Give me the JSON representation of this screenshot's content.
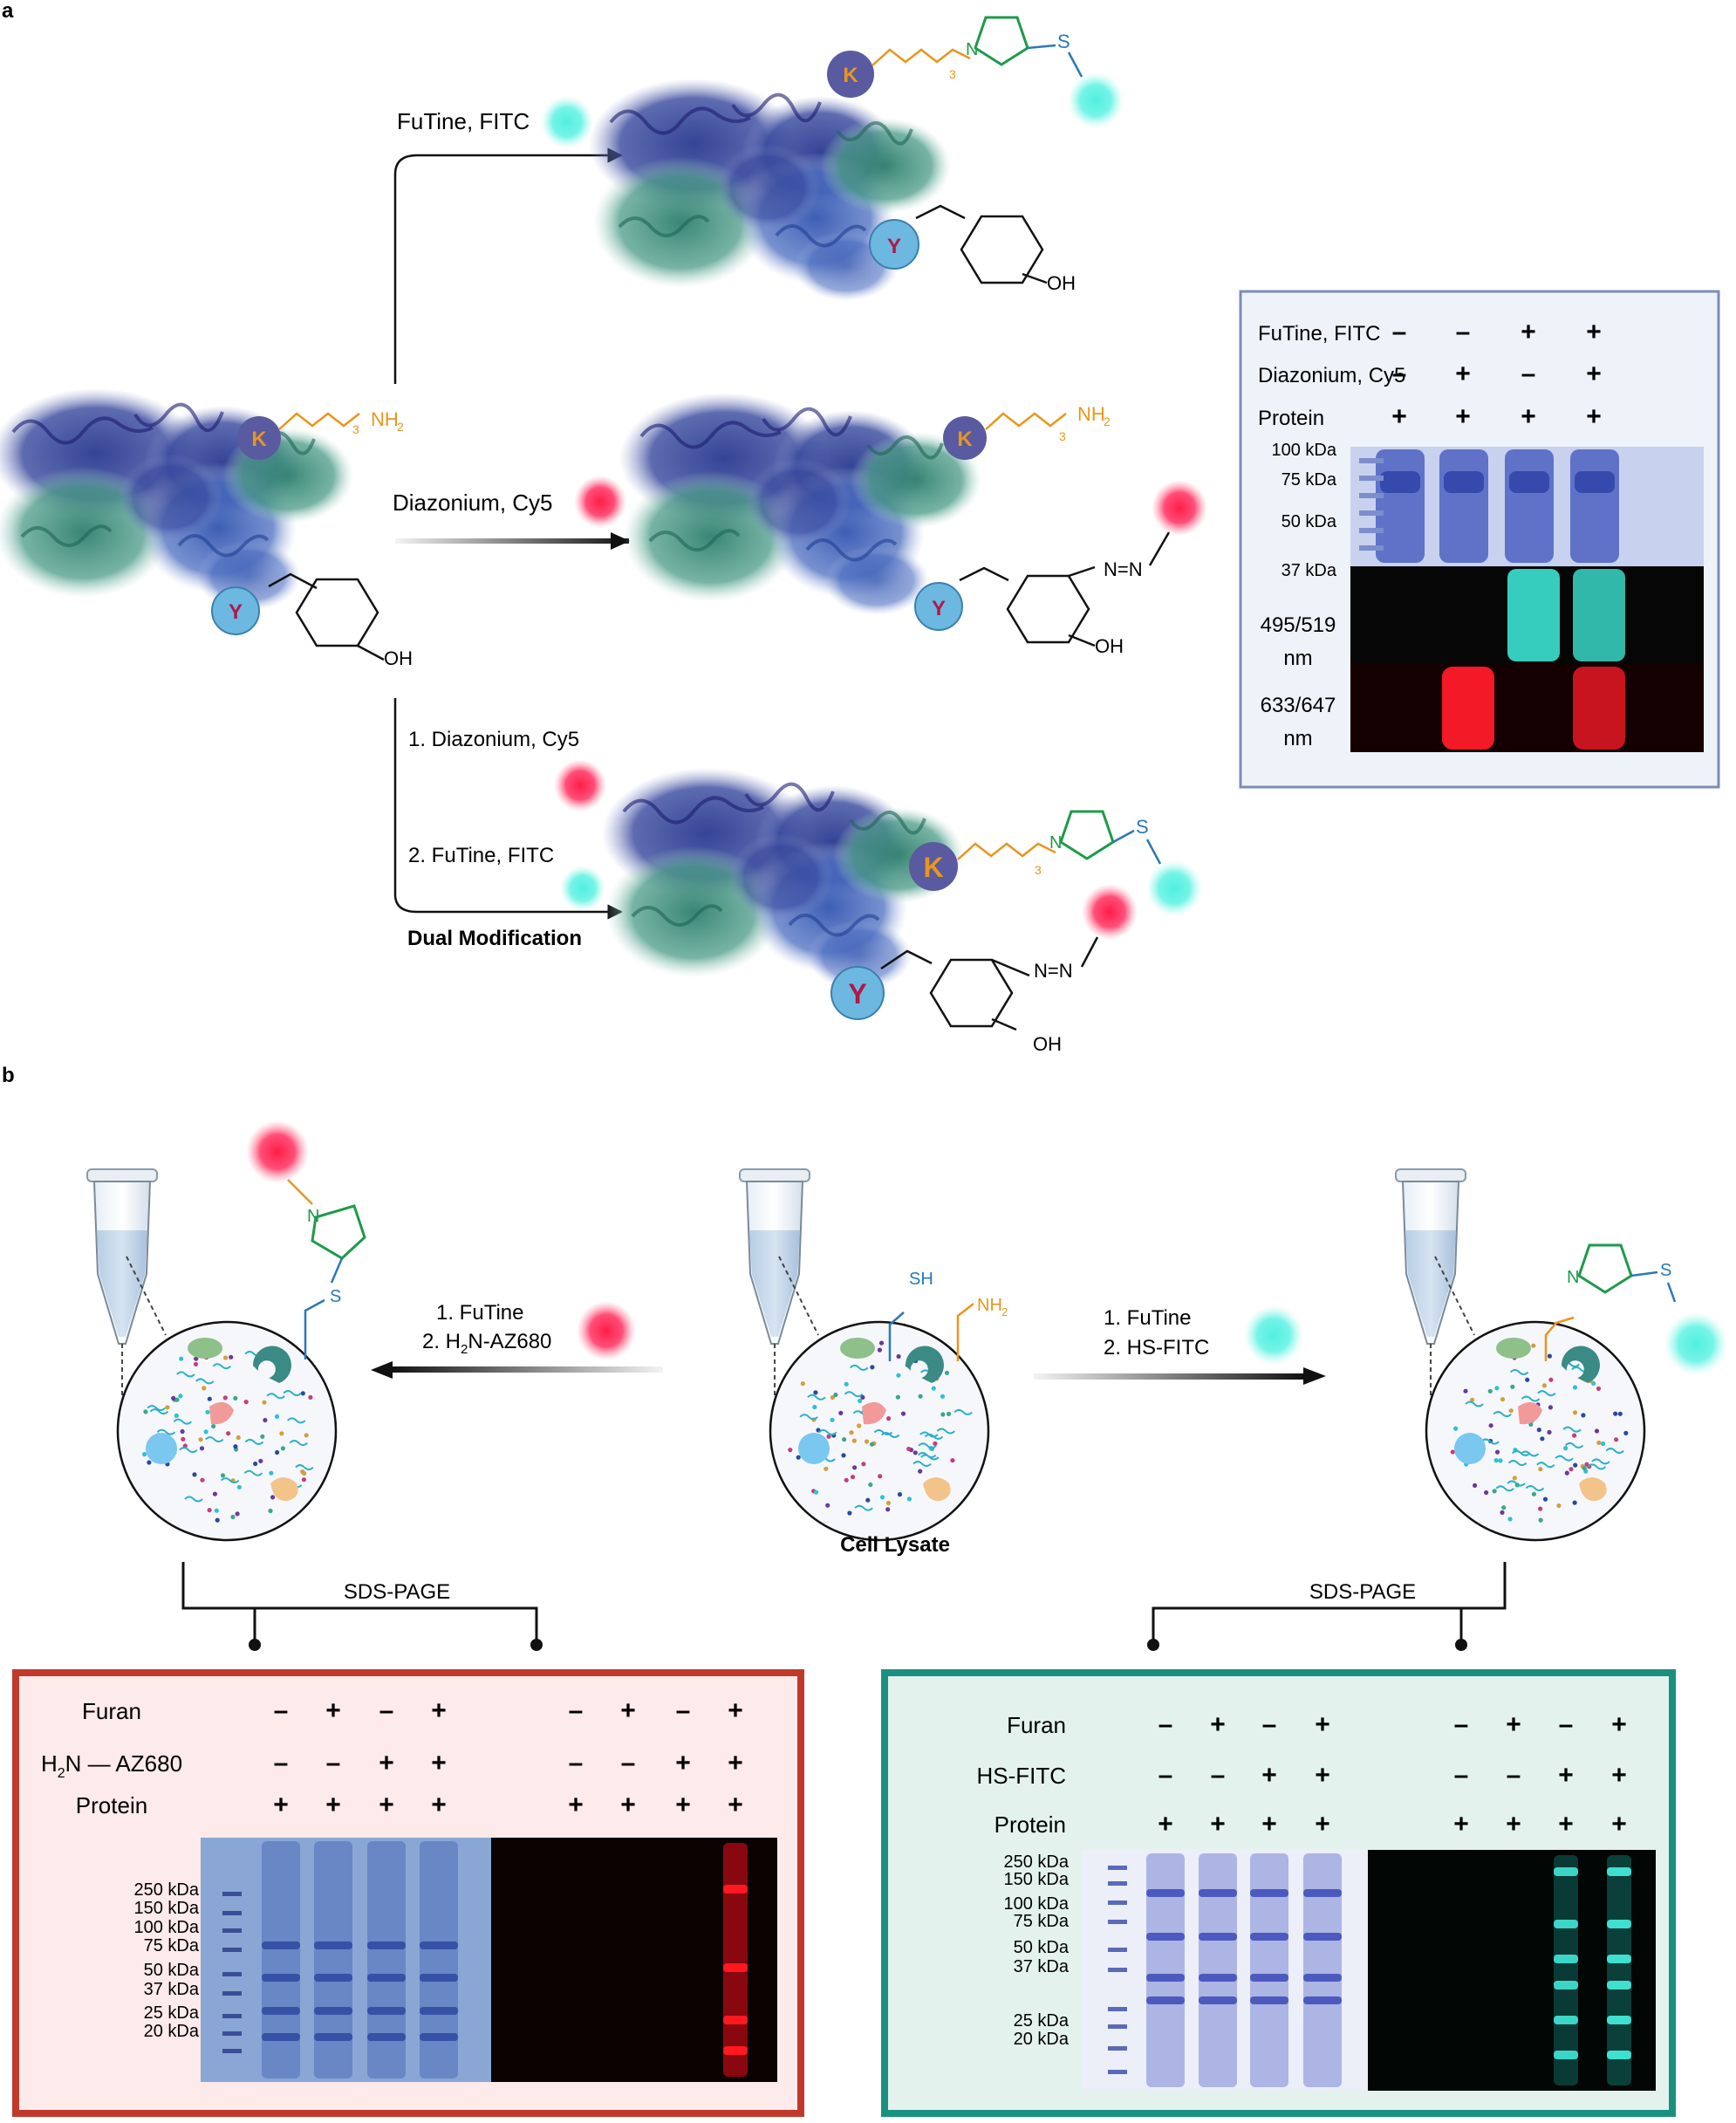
{
  "panels": {
    "a": "a",
    "b": "b"
  },
  "residues": {
    "lys": "K",
    "tyr": "Y"
  },
  "groups": {
    "nh2": "NH",
    "nh2_sub": "2",
    "oh": "OH",
    "s": "S",
    "n": "N",
    "sh": "SH",
    "chain_sub": "3",
    "n_eq_n": "N=N"
  },
  "reactions": {
    "top": "FuTine, FITC",
    "middle": "Diazonium, Cy5",
    "bottom_step1": "1. Diazonium, Cy5",
    "bottom_step2": "2. FuTine, FITC",
    "bottom_title": "Dual Modification"
  },
  "gel_a": {
    "rows": [
      {
        "label": "FuTine, FITC",
        "signs": [
          "–",
          "–",
          "+",
          "+"
        ]
      },
      {
        "label": "Diazonium, Cy5",
        "signs": [
          "–",
          "+",
          "–",
          "+"
        ]
      },
      {
        "label": "Protein",
        "signs": [
          "+",
          "+",
          "+",
          "+"
        ]
      }
    ],
    "markers": [
      "100 kDa",
      "75 kDa",
      "50 kDa",
      "37 kDa"
    ],
    "channel_fitc": "495/519",
    "channel_cy5": "633/647",
    "unit": "nm",
    "lanes_fitc": [
      0,
      0,
      1,
      0.8
    ],
    "lanes_cy5": [
      0,
      1,
      0,
      0.7
    ]
  },
  "panel_b": {
    "left": {
      "step1": "1. FuTine",
      "step2_pre": "2. H",
      "step2_sub": "2",
      "step2_post": "N-AZ680"
    },
    "right": {
      "step1": "1. FuTine",
      "step2": "2. HS-FITC"
    },
    "center": "Cell Lysate",
    "sds_left": "SDS-PAGE",
    "sds_right": "SDS-PAGE"
  },
  "gel_b_left": {
    "rows": [
      {
        "label": "Furan",
        "signs": [
          "–",
          "+",
          "–",
          "+",
          "–",
          "+",
          "–",
          "+"
        ]
      },
      {
        "label_pre": "H",
        "label_sub": "2",
        "label_post": "N — AZ680",
        "signs": [
          "–",
          "–",
          "+",
          "+",
          "–",
          "–",
          "+",
          "+"
        ]
      },
      {
        "label": "Protein",
        "signs": [
          "+",
          "+",
          "+",
          "+",
          "+",
          "+",
          "+",
          "+"
        ]
      }
    ],
    "markers": [
      "250 kDa",
      "150 kDa",
      "100 kDa",
      "75 kDa",
      "50 kDa",
      "37 kDa",
      "25 kDa",
      "20 kDa"
    ],
    "fluor_lanes": [
      0,
      0,
      0,
      1
    ]
  },
  "gel_b_right": {
    "rows": [
      {
        "label": "Furan",
        "signs": [
          "–",
          "+",
          "–",
          "+",
          "–",
          "+",
          "–",
          "+"
        ]
      },
      {
        "label": "HS-FITC",
        "signs": [
          "–",
          "–",
          "+",
          "+",
          "–",
          "–",
          "+",
          "+"
        ]
      },
      {
        "label": "Protein",
        "signs": [
          "+",
          "+",
          "+",
          "+",
          "+",
          "+",
          "+",
          "+"
        ]
      }
    ],
    "markers": [
      "250 kDa",
      "150 kDa",
      "100 kDa",
      "75 kDa",
      "50 kDa",
      "37 kDa",
      "25 kDa",
      "20 kDa"
    ],
    "fluor_lanes": [
      0,
      0,
      0.85,
      1
    ]
  },
  "colors": {
    "navy": "#2a2a8c",
    "teal": "#3f8f7d",
    "blue": "#3050a8",
    "orange": "#e8961e",
    "green": "#1e9a4a",
    "sblue": "#2a78b8",
    "cyan": "#4ff0e0",
    "red": "#ff2050",
    "k_bg": "#5a5aa0",
    "y_bg": "#6cb8e0",
    "box_red": "#c0392b",
    "box_teal": "#1a9080",
    "box_blue": "#7a8cb8"
  }
}
